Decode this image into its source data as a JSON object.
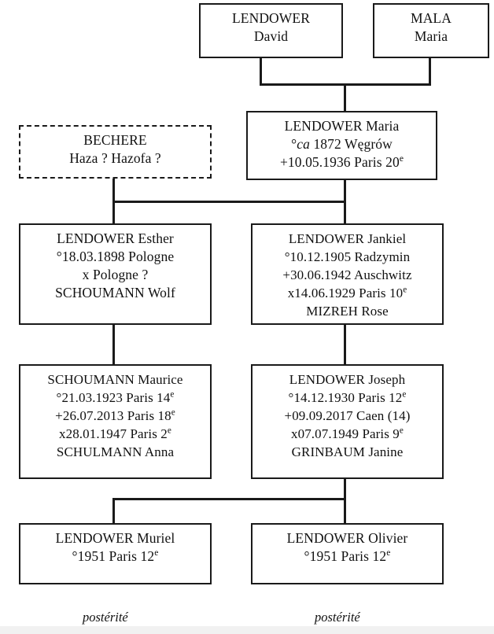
{
  "diagram": {
    "title": "LENDOWER family genealogy chart",
    "type": "family-tree",
    "background": "#ffffff",
    "line_color": "#1a1a1a"
  },
  "nodes": {
    "lendower_david": {
      "name": "LENDOWER",
      "given": "David",
      "border": "solid"
    },
    "mala_maria": {
      "name": "MALA",
      "given": "Maria",
      "border": "solid"
    },
    "lendower_maria": {
      "line1": "LENDOWER Maria",
      "birth_prefix": "°",
      "birth_circa": "ca",
      "birth_rest": " 1872 Węgrów",
      "death": "+10.05.1936 Paris 20",
      "death_ord": "e",
      "border": "solid"
    },
    "bechere": {
      "line1": "BECHERE",
      "line2": "Haza ? Hazofa ?",
      "border": "dashed"
    },
    "lendower_esther": {
      "line1": "LENDOWER Esther",
      "line2": "°18.03.1898 Pologne",
      "line3": "x Pologne ?",
      "line4": "SCHOUMANN Wolf",
      "border": "solid"
    },
    "lendower_jankiel": {
      "line1": "LENDOWER Jankiel",
      "line2": "°10.12.1905 Radzymin",
      "line3": "+30.06.1942 Auschwitz",
      "line4": "x14.06.1929 Paris 10",
      "line4_ord": "e",
      "line5": "MIZREH Rose",
      "border": "solid"
    },
    "schoumann_maurice": {
      "line1": "SCHOUMANN Maurice",
      "line2": "°21.03.1923 Paris 14",
      "line2_ord": "e",
      "line3": "+26.07.2013 Paris 18",
      "line3_ord": "e",
      "line4": "x28.01.1947 Paris 2",
      "line4_ord": "e",
      "line5": "SCHULMANN Anna",
      "border": "solid"
    },
    "lendower_joseph": {
      "line1": "LENDOWER Joseph",
      "line2": "°14.12.1930 Paris 12",
      "line2_ord": "e",
      "line3": "+09.09.2017 Caen (14)",
      "line4": "x07.07.1949 Paris 9",
      "line4_ord": "e",
      "line5": "GRINBAUM Janine",
      "border": "solid"
    },
    "lendower_muriel": {
      "line1": "LENDOWER Muriel",
      "line2": "°1951 Paris 12",
      "line2_ord": "e",
      "border": "solid"
    },
    "lendower_olivier": {
      "line1": "LENDOWER Olivier",
      "line2": "°1951 Paris 12",
      "line2_ord": "e",
      "border": "solid"
    }
  },
  "labels": {
    "posterity_left": "postérité",
    "posterity_right": "postérité"
  }
}
